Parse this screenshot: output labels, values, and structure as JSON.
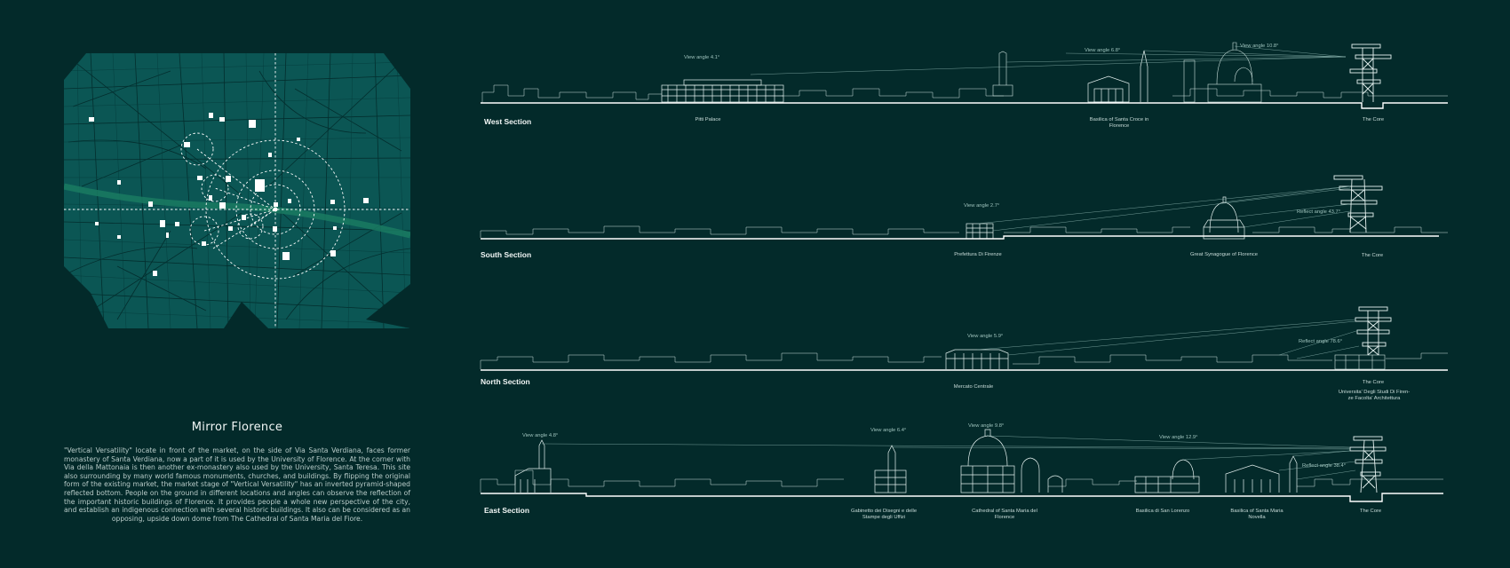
{
  "project": {
    "title": "Mirror Florence",
    "description": "\"Vertical Versatility\" locate in front of the market, on the side of Via Santa Verdiana, faces former monastery of Santa Verdiana, now a part of it is used by the University of Florence. At the corner with Via della Mattonaia is then another ex-monastery also used by the University, Santa Teresa. This site also surrounding by many world famous monuments, churches, and buildings. By flipping the original form of the existing market, the market stage of \"Vertical Versatility\" has an inverted pyramid-shaped reflected bottom. People on the ground in different locations and angles can observe the reflection of the important historic buildings of Florence. It provides people a whole new perspective of the city, and establish an indigenous connection with several historic buildings. It also can be considered as an opposing, upside down dome from The Cathedral of Santa Maria del Fiore."
  },
  "colors": {
    "background": "#032a2a",
    "map_fill": "#0b5654",
    "line": "#cfe3df",
    "accent": "#e6f2f0"
  },
  "sections": [
    {
      "name": "West Section",
      "view_angles": [
        "View angle 4.1°",
        "View angle 6.8°",
        "View angle 10.8°"
      ],
      "landmarks": [
        [
          "Pitti Palace"
        ],
        [
          "Basilica of Santa Croce in",
          "Florence"
        ],
        [
          "The Core"
        ]
      ]
    },
    {
      "name": "South Section",
      "view_angles": [
        "View angle 2.7°",
        "Reflect angle 43.7°"
      ],
      "landmarks": [
        [
          "Prefettura Di Firenze"
        ],
        [
          "Great Synagogue of Florence"
        ],
        [
          "The Core"
        ]
      ]
    },
    {
      "name": "North Section",
      "view_angles": [
        "View angle 5.9°",
        "Reflect angle 78.6°"
      ],
      "landmarks": [
        [
          "Mercato Centrale"
        ],
        [
          "The Core"
        ],
        [
          "Universita' Degli Studi Di Firen-",
          "ze Facolta' Architettura"
        ]
      ]
    },
    {
      "name": "East Section",
      "view_angles": [
        "View angle 4.8°",
        "View angle 6.4°",
        "View angle 9.8°",
        "View angle 12.9°",
        "Reflect angle 38.4°"
      ],
      "landmarks": [
        [
          "Gabinetto dei Disegni e delle",
          "Stampe degli Uffizi"
        ],
        [
          "Cathedral of Santa Maria del",
          "Florence"
        ],
        [
          "Basilica di San Lorenzo"
        ],
        [
          "Basilica of Santa Maria",
          "Novella"
        ],
        [
          "The Core"
        ]
      ]
    }
  ]
}
